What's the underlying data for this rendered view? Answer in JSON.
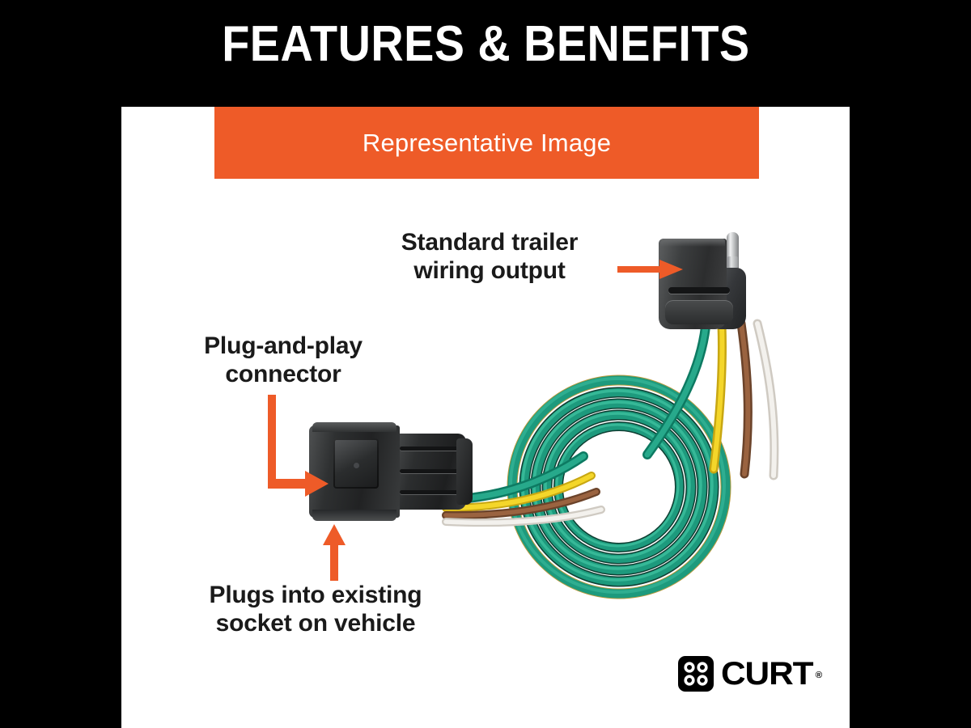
{
  "header": {
    "title": "FEATURES & BENEFITS"
  },
  "subbanner": {
    "label": "Representative Image"
  },
  "callouts": [
    {
      "id": "standard-trailer-wiring-output",
      "text": "Standard trailer\nwiring output",
      "arrow": "arrow-right"
    },
    {
      "id": "plug-and-play-connector",
      "text": "Plug-and-play\nconnector",
      "arrow": "arrow-elbow-down-right"
    },
    {
      "id": "plugs-into-existing-socket",
      "text": "Plugs into existing\nsocket on vehicle",
      "arrow": "arrow-up"
    }
  ],
  "brand": {
    "name": "CURT",
    "trademark": "®",
    "mark_icon": "curt-cloverleaf-icon"
  },
  "colors": {
    "frame_black": "#000000",
    "canvas_white": "#ffffff",
    "accent_orange": "#ee5b28",
    "text_black": "#1a1a1a",
    "wire_green": "#1e9b7e",
    "wire_yellow": "#f2cf1c",
    "wire_brown": "#8d5a3b",
    "wire_white": "#ece9e4",
    "connector_black": "#2c2e2f",
    "pin_silver": "#d8dadb"
  },
  "product": {
    "right_connector": "flat-4-pole-trailer-connector",
    "left_connector": "oem-vehicle-socket-plug",
    "coil": "bonded-4-wire-coil",
    "wires": [
      "green",
      "yellow",
      "brown",
      "white"
    ]
  }
}
